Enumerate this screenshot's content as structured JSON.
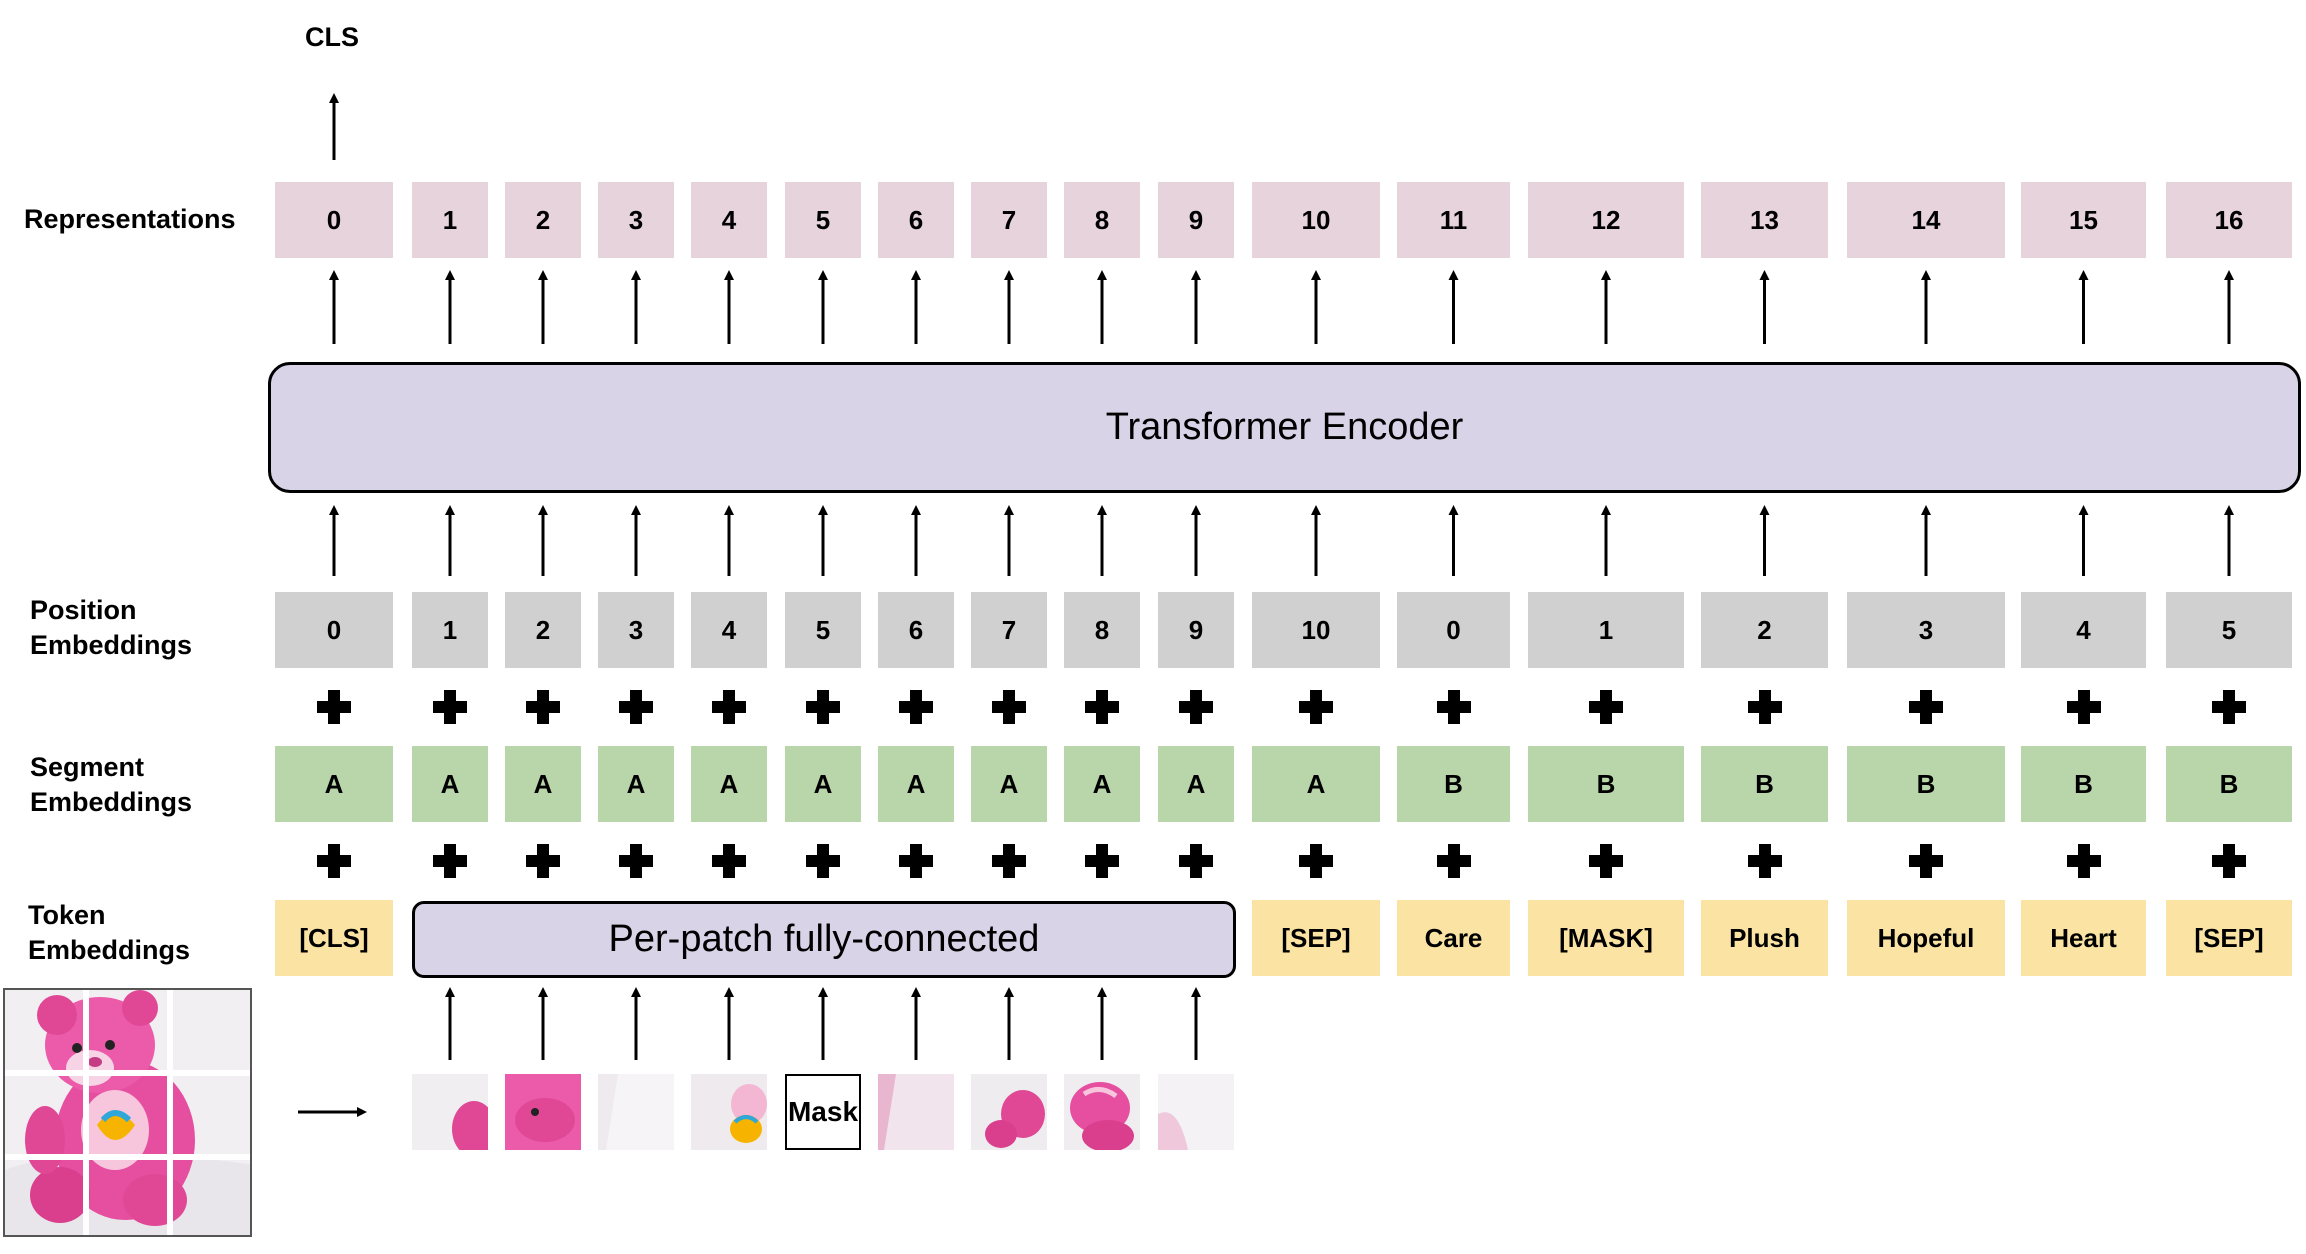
{
  "labels": {
    "cls_output": "CLS",
    "representations": "Representations",
    "position_line1": "Position",
    "position_line2": "Embeddings",
    "segment_line1": "Segment",
    "segment_line2": "Embeddings",
    "token_line1": "Token",
    "token_line2": "Embeddings"
  },
  "encoder": {
    "label": "Transformer Encoder"
  },
  "patch_fc": {
    "label": "Per-patch fully-connected"
  },
  "representations": [
    "0",
    "1",
    "2",
    "3",
    "4",
    "5",
    "6",
    "7",
    "8",
    "9",
    "10",
    "11",
    "12",
    "13",
    "14",
    "15",
    "16"
  ],
  "positions": [
    "0",
    "1",
    "2",
    "3",
    "4",
    "5",
    "6",
    "7",
    "8",
    "9",
    "10",
    "0",
    "1",
    "2",
    "3",
    "4",
    "5"
  ],
  "segments": [
    "A",
    "A",
    "A",
    "A",
    "A",
    "A",
    "A",
    "A",
    "A",
    "A",
    "A",
    "B",
    "B",
    "B",
    "B",
    "B",
    "B"
  ],
  "tokens": {
    "cls": "[CLS]",
    "text": [
      "[SEP]",
      "Care",
      "[MASK]",
      "Plush",
      "Hopeful",
      "Heart",
      "[SEP]"
    ]
  },
  "patches": {
    "mask_label": "Mask"
  },
  "colors": {
    "representation": "#e6d3dc",
    "position": "#d0d0d0",
    "segment": "#b9d5aa",
    "token": "#fbe4a3",
    "encoder": "#d8d3e7"
  }
}
